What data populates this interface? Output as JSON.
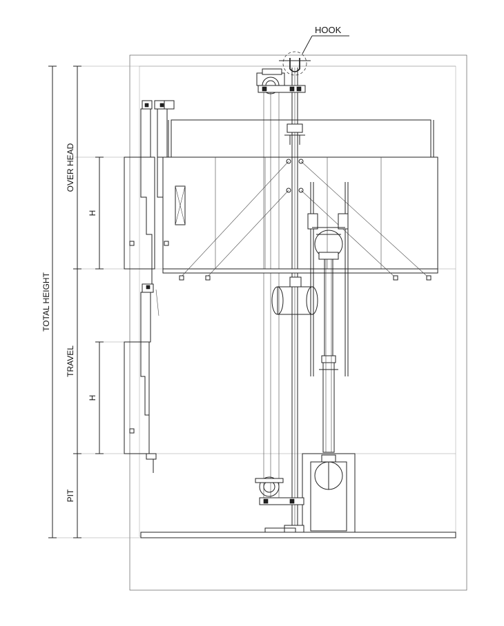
{
  "labels": {
    "hook": "HOOK",
    "total_height": "TOTAL  HEIGHT",
    "over_head": "OVER  HEAD",
    "travel": "TRAVEL",
    "pit": "PIT",
    "h_upper": "H",
    "h_lower": "H"
  }
}
